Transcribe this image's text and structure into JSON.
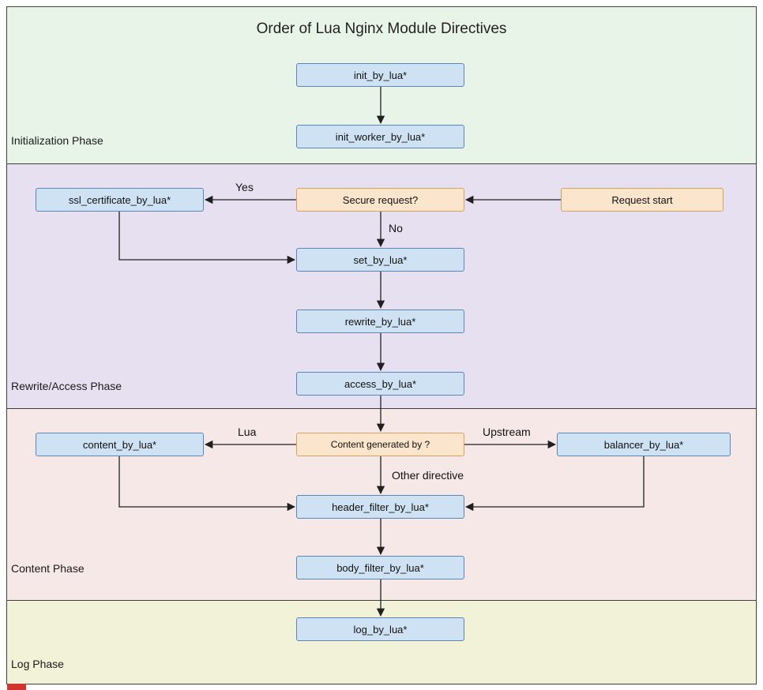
{
  "title": "Order of Lua Nginx Module Directives",
  "phases": {
    "initialization": "Initialization Phase",
    "rewrite_access": "Rewrite/Access Phase",
    "content": "Content Phase",
    "log": "Log Phase"
  },
  "nodes": {
    "init_by_lua": "init_by_lua*",
    "init_worker_by_lua": "init_worker_by_lua*",
    "ssl_certificate_by_lua": "ssl_certificate_by_lua*",
    "secure_request": "Secure request?",
    "request_start": "Request start",
    "set_by_lua": "set_by_lua*",
    "rewrite_by_lua": "rewrite_by_lua*",
    "access_by_lua": "access_by_lua*",
    "content_by_lua": "content_by_lua*",
    "content_generated_by": "Content generated by ?",
    "balancer_by_lua": "balancer_by_lua*",
    "header_filter_by_lua": "header_filter_by_lua*",
    "body_filter_by_lua": "body_filter_by_lua*",
    "log_by_lua": "log_by_lua*"
  },
  "edge_labels": {
    "yes": "Yes",
    "no": "No",
    "lua": "Lua",
    "upstream": "Upstream",
    "other_directive": "Other directive"
  },
  "edges": [
    {
      "from": "init_by_lua",
      "to": "init_worker_by_lua"
    },
    {
      "from": "request_start",
      "to": "secure_request"
    },
    {
      "from": "secure_request",
      "to": "ssl_certificate_by_lua",
      "label": "Yes"
    },
    {
      "from": "secure_request",
      "to": "set_by_lua",
      "label": "No"
    },
    {
      "from": "ssl_certificate_by_lua",
      "to": "set_by_lua"
    },
    {
      "from": "set_by_lua",
      "to": "rewrite_by_lua"
    },
    {
      "from": "rewrite_by_lua",
      "to": "access_by_lua"
    },
    {
      "from": "access_by_lua",
      "to": "content_generated_by"
    },
    {
      "from": "content_generated_by",
      "to": "content_by_lua",
      "label": "Lua"
    },
    {
      "from": "content_generated_by",
      "to": "balancer_by_lua",
      "label": "Upstream"
    },
    {
      "from": "content_generated_by",
      "to": "header_filter_by_lua",
      "label": "Other directive"
    },
    {
      "from": "content_by_lua",
      "to": "header_filter_by_lua"
    },
    {
      "from": "balancer_by_lua",
      "to": "header_filter_by_lua"
    },
    {
      "from": "header_filter_by_lua",
      "to": "body_filter_by_lua"
    },
    {
      "from": "body_filter_by_lua",
      "to": "log_by_lua"
    }
  ],
  "colors": {
    "process_fill": "#cfe2f3",
    "process_border": "#5b87b8",
    "decision_fill": "#fce5cd",
    "decision_border": "#d9a25c",
    "phase_initialization_bg": "#e9f4e8",
    "phase_rewrite_access_bg": "#e7e0f1",
    "phase_content_bg": "#f6e8e6",
    "phase_log_bg": "#f2f2d8",
    "arrow": "#202020",
    "red_cutoff": "#d0342c"
  }
}
